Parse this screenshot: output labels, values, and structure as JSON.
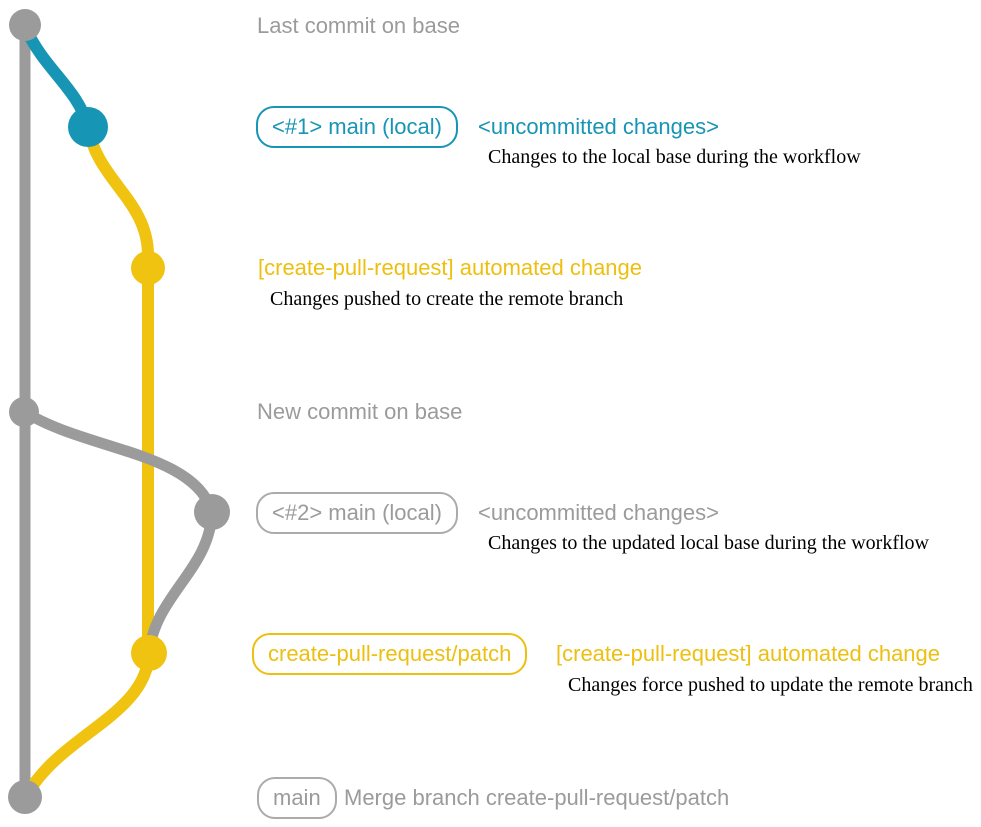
{
  "colors": {
    "branch_gray": "#9b9b9b",
    "branch_blue": "#1795b4",
    "branch_yellow": "#f0c310",
    "description_text": "#000000",
    "background": "#ffffff"
  },
  "rows": {
    "last_commit": {
      "label": "Last commit on base"
    },
    "uncommitted1": {
      "badge": "<#1> main (local)",
      "title": "<uncommitted changes>",
      "desc": "Changes to the local base during the workflow"
    },
    "automated1": {
      "title": "[create-pull-request] automated change",
      "desc": "Changes pushed to create the remote branch"
    },
    "new_commit": {
      "label": "New commit on base"
    },
    "uncommitted2": {
      "badge": "<#2> main (local)",
      "title": "<uncommitted changes>",
      "desc": "Changes to the updated local base during the workflow"
    },
    "automated2": {
      "badge": "create-pull-request/patch",
      "title": "[create-pull-request] automated change",
      "desc": "Changes force pushed to update the remote branch"
    },
    "merge": {
      "badge": "main",
      "label": "Merge branch create-pull-request/patch"
    }
  }
}
